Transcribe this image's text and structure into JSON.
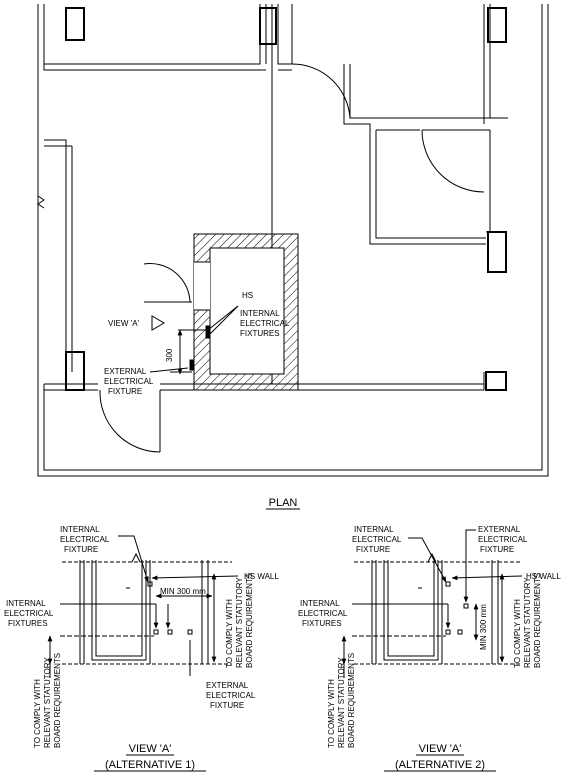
{
  "plan": {
    "title": "PLAN",
    "view_marker": "VIEW 'A'",
    "hs_label": "HS",
    "internal_fixtures": [
      "INTERNAL",
      "ELECTRICAL",
      "FIXTURES"
    ],
    "external_fixture": [
      "EXTERNAL",
      "ELECTRICAL",
      "FIXTURE"
    ],
    "dimension": "300"
  },
  "view1": {
    "title": "VIEW 'A'",
    "subtitle": "(ALTERNATIVE 1)",
    "internal_fixture": [
      "INTERNAL",
      "ELECTRICAL",
      "FIXTURE"
    ],
    "internal_fixtures": [
      "INTERNAL",
      "ELECTRICAL",
      "FIXTURES"
    ],
    "hs_wall": "HS WALL",
    "min_dimension": "MIN 300 mm",
    "external_fixture": [
      "EXTERNAL",
      "ELECTRICAL",
      "FIXTURE"
    ],
    "statutory_right": [
      "TO COMPLY WITH",
      "RELEVANT STATUTORY",
      "BOARD REQUIREMENTS"
    ],
    "statutory_left": [
      "TO COMPLY WITH",
      "RELEVANT STATUTORY",
      "BOARD REQUIREMENTS"
    ]
  },
  "view2": {
    "title": "VIEW 'A'",
    "subtitle": "(ALTERNATIVE 2)",
    "internal_fixture": [
      "INTERNAL",
      "ELECTRICAL",
      "FIXTURE"
    ],
    "external_fixture": [
      "EXTERNAL",
      "ELECTRICAL",
      "FIXTURE"
    ],
    "internal_fixtures": [
      "INTERNAL",
      "ELECTRICAL",
      "FIXTURES"
    ],
    "hs_wall": "HS WALL",
    "min_dimension": "MIN 300 mm",
    "statutory_right": [
      "TO COMPLY WITH",
      "RELEVANT STATUTORY",
      "BOARD REQUIREMENTS"
    ],
    "statutory_left": [
      "TO COMPLY WITH",
      "RELEVANT STATUTORY",
      "BOARD REQUIREMENTS"
    ]
  }
}
